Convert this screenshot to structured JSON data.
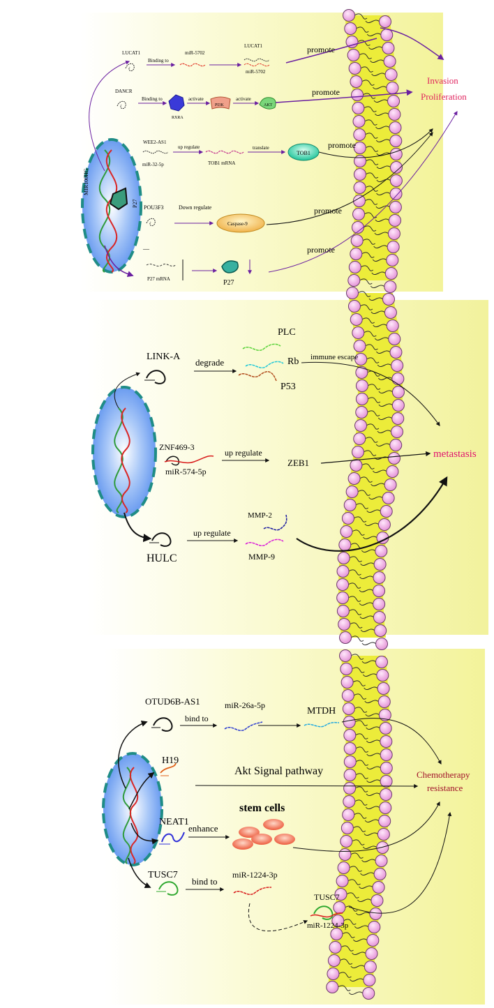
{
  "panel1": {
    "nucleus_gene": "MIR100HG",
    "nucleus_protein": "P27",
    "lucat1": "LUCAT1",
    "binding_to_1": "Binding to",
    "mir5702": "miR-5702",
    "lucat1_complex": "LUCAT1",
    "mir5702_complex": "miR-5702",
    "promote_1": "promote",
    "dancr": "DANCR",
    "binding_to_2": "Binding to",
    "rxra": "RXRA",
    "activate_1": "activate",
    "pi3k": "PI3K",
    "activate_2": "activate",
    "akt": "AKT",
    "promote_2": "promote",
    "wee2": "WEE2-AS1",
    "mir32": "miR-32-5p",
    "up_regulate": "up regulate",
    "tob1_mrna": "TOB1 mRNA",
    "translate": "translate",
    "tob1": "TOB1",
    "promote_3": "promote",
    "pou3f3": "POU3F3",
    "down_regulate": "Down regulate",
    "caspase9": "Caspase-9",
    "promote_4": "promote",
    "minus": "—",
    "p27_mrna": "P27 mRNA",
    "p27": "P27",
    "promote_5": "promote",
    "outcome_line1": "Invasion",
    "outcome_line2": "Proliferation"
  },
  "panel2": {
    "linka": "LINK-A",
    "degrade": "degrade",
    "plc": "PLC",
    "rb": "Rb",
    "p53": "P53",
    "immune_escape": "immune escape",
    "znf": "ZNF469-3",
    "mir574": "miR-574-5p",
    "up_regulate": "up regulate",
    "zeb1": "ZEB1",
    "hulc": "HULC",
    "up_regulate_2": "up regulate",
    "mmp2": "MMP-2",
    "mmp9": "MMP-9",
    "outcome": "metastasis"
  },
  "panel3": {
    "otud": "OTUD6B-AS1",
    "bind_to_1": "bind to",
    "mir26a": "miR-26a-5p",
    "mtdh": "MTDH",
    "h19": "H19",
    "akt_pathway": "Akt Signal pathway",
    "neat1": "NEAT1",
    "enhance": "enhance",
    "stem_cells": "stem cells",
    "tusc7": "TUSC7",
    "bind_to_2": "bind to",
    "mir1224": "miR-1224-3p",
    "tusc7_complex": "TUSC7",
    "mir1224_complex": "miR-1224-3p",
    "outcome_line1": "Chemotherapy",
    "outcome_line2": "resistance"
  },
  "colors": {
    "invasion": "#e0245e",
    "metastasis": "#e0106e",
    "chemo": "#a0102a",
    "purple_arrow": "#6a1fa0",
    "nucleus": "#5b8ff0",
    "lipid_head": "#f2b6ea",
    "lipid_tail": "#2a2a2a",
    "membrane_fill": "#ecec3a"
  }
}
